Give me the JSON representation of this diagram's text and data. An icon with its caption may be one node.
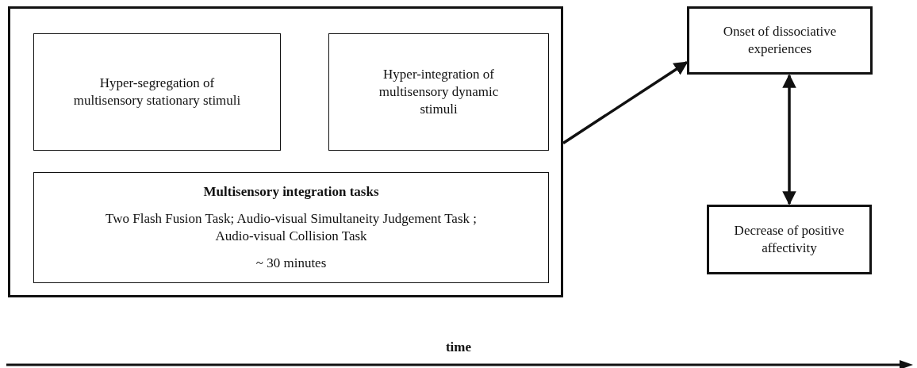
{
  "diagram": {
    "nodes": [
      {
        "text": [],
        "shape": "box"
      },
      {
        "text": [
          "Hyper-segregation of multisensory stationary stimuli"
        ],
        "in": 0
      },
      {
        "text": [
          "Hyper-integration of multisensory dynamic stimuli"
        ],
        "in": 0
      },
      {
        "text": [
          "Multisensory integration tasks",
          "Two Flash Fusion Task; Audio-visual Simultaneity Judgement Task ; Audio-visual Collision Task",
          "~ 30 minutes"
        ],
        "in": 0
      },
      {
        "text": [
          "Onset of dissociative experiences"
        ]
      },
      {
        "text": [
          "Decrease of positive affectivity"
        ]
      }
    ],
    "edges": [
      {
        "from": 0,
        "to": 4,
        "arrow": "to"
      },
      {
        "from": 4,
        "to": 5,
        "arrow": "both"
      }
    ],
    "labels": [
      "time"
    ]
  }
}
